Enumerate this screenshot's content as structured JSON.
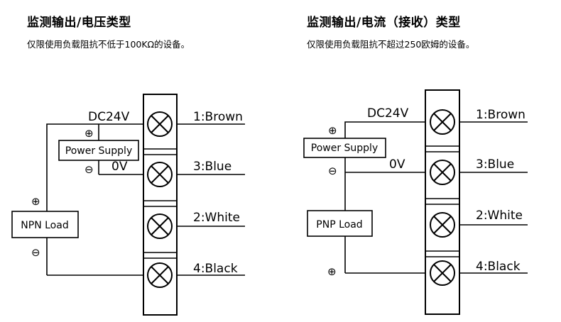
{
  "left": {
    "title": "监测输出/电压类型",
    "note": "仅限使用负载阻抗不低于100KΩ的设备。",
    "supply_pos": "DC24V",
    "supply_neg": "0V",
    "power_supply": "Power Supply",
    "load": "NPN Load",
    "plus_symbol": "⊕",
    "minus_symbol": "⊖",
    "terminals": [
      "1:Brown",
      "3:Blue",
      "2:White",
      "4:Black"
    ]
  },
  "right": {
    "title": "监测输出/电流（接收）类型",
    "note": "仅限使用负载阻抗不超过250欧姆的设备。",
    "supply_pos": "DC24V",
    "supply_neg": "0V",
    "power_supply": "Power Supply",
    "load": "PNP Load",
    "plus_symbol": "⊕",
    "minus_symbol": "⊖",
    "terminals": [
      "1:Brown",
      "3:Blue",
      "2:White",
      "4:Black"
    ]
  }
}
